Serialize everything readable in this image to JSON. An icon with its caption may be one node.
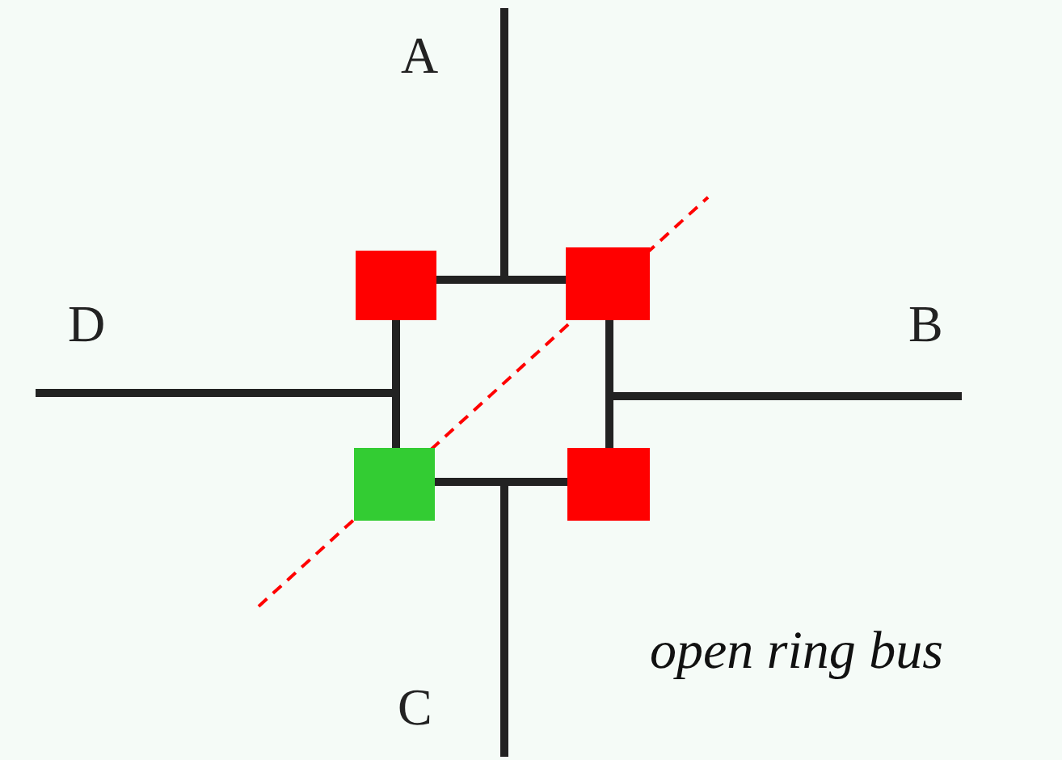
{
  "diagram": {
    "caption": "open ring bus",
    "nodes": [
      {
        "text": [],
        "shape": "box"
      },
      {
        "text": [],
        "shape": "box"
      },
      {
        "text": [],
        "shape": "box"
      },
      {
        "text": [],
        "shape": "box"
      }
    ],
    "edges": [
      {
        "from": 0,
        "to": 1,
        "arrow": "none"
      },
      {
        "from": 1,
        "to": 3,
        "arrow": "none"
      },
      {
        "from": 3,
        "to": 2,
        "arrow": "none"
      },
      {
        "from": 2,
        "to": 0,
        "arrow": "none"
      }
    ],
    "labels": [
      "A",
      "B",
      "C",
      "D"
    ]
  }
}
